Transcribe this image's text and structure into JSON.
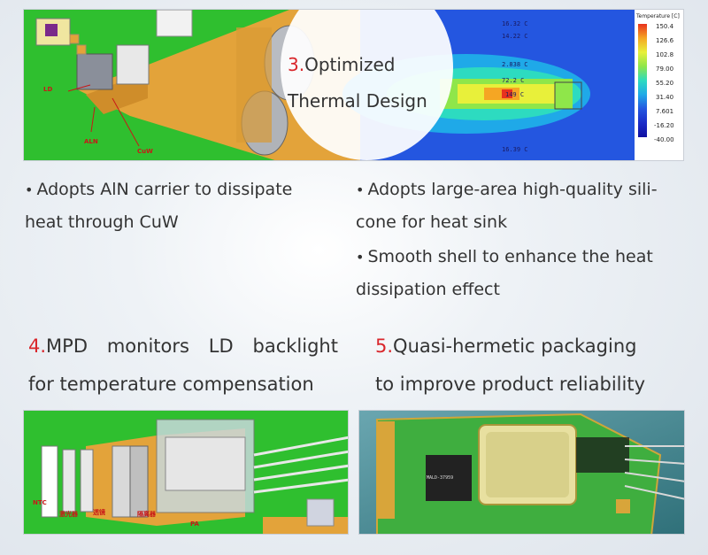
{
  "sections": {
    "thermal": {
      "number": "3.",
      "title_line1": "Optimized",
      "title_line2": "Thermal Design"
    },
    "bullets_left": [
      {
        "line1": "Adopts AlN carrier to dissipate",
        "line2": "heat through CuW"
      }
    ],
    "bullets_right": [
      {
        "line1": "Adopts large-area high-quality sili-",
        "line2": "cone for heat sink"
      },
      {
        "line1": "Smooth shell to enhance the heat",
        "line2": "dissipation effect"
      }
    ],
    "mpd": {
      "number": "4.",
      "line1_words": [
        "MPD",
        "monitors",
        "LD",
        "backlight"
      ],
      "line2": "for temperature compensation"
    },
    "hermetic": {
      "number": "5.",
      "line1": "Quasi-hermetic packaging",
      "line2": "to improve product reliability"
    }
  },
  "top_image": {
    "labels": {
      "ld": "LD",
      "aln": "ALN",
      "cuw": "CuW"
    },
    "temp_readouts": [
      "16.32 C",
      "14.22 C",
      "2.838 C",
      "72.2 C",
      "149 C",
      "16.39 C"
    ],
    "legend": {
      "title": "Temperature [C]",
      "values": [
        "150.4",
        "126.6",
        "102.8",
        "79.00",
        "55.20",
        "31.40",
        "7.601",
        "-16.20",
        "-40.00"
      ]
    }
  },
  "bottom_left_image": {
    "labels": [
      "NTC",
      "激光器",
      "透镜",
      "隔离器",
      "PA"
    ]
  },
  "bottom_right_image": {
    "chip_text": "MALD-37959"
  },
  "colors": {
    "accent_red": "#d9262b",
    "pcb_green": "#2fbf2f",
    "copper": "#e3a33a"
  }
}
